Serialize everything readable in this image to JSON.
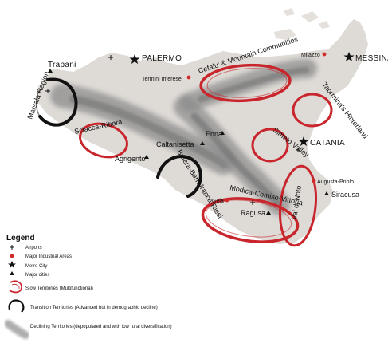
{
  "cities": {
    "trapani": "Trapani",
    "palermo": "PALERMO",
    "termini": "Termini Imerese",
    "milazzo": "Milazzo",
    "messina": "MESSINA",
    "enna": "Enna",
    "caltanisetta": "Caltanisetta",
    "agrigento": "Agrigento",
    "catania": "CATANIA",
    "augusta": "Augusta-Priolo",
    "siracusa": "Siracusa",
    "gela": "Gela",
    "ragusa": "Ragusa"
  },
  "territories": {
    "marsala": "Marsala Region",
    "sciacca": "Sciacca-Ribera",
    "butera": "Butera-Barrafranca-Riesi",
    "cefalu": "Cefalu' & Mountain Communities",
    "taormina": "Taormina's Hinterland",
    "simeto": "Simeto Valley",
    "modica": "Modica-Comiso-Vittoria",
    "noto": "Val di Noto"
  },
  "legend": {
    "title": "Legend",
    "items": [
      {
        "icon": "airport-icon",
        "label": "Airports"
      },
      {
        "icon": "industrial-area-icon",
        "label": "Major Industrial Areas"
      },
      {
        "icon": "metro-city-icon",
        "label": "Metro City"
      },
      {
        "icon": "major-city-icon",
        "label": "Major cities"
      },
      {
        "icon": "slow-territory-icon",
        "label": "Slow Territories (Multifunctional)"
      },
      {
        "icon": "transition-territory-icon",
        "label": "Transition Territories (Advanced but in demographic decline)"
      },
      {
        "icon": "declining-territory-icon",
        "label": "Declining Territories (depopulated and with low rural diversification)"
      }
    ]
  },
  "colors": {
    "island": "#dedad6",
    "slow": "#c8262c",
    "transition": "#111111",
    "declining": "#8a8a8a",
    "industrial": "#d12a2a",
    "ink": "#111111"
  }
}
